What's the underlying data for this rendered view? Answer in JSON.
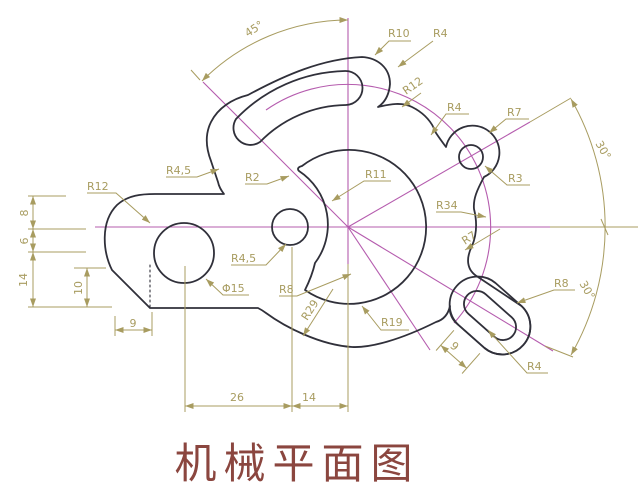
{
  "title": "机械平面图",
  "colors": {
    "outline": "#30303a",
    "dimension": "#a89c60",
    "centerline": "#b55cae",
    "title_text": "#8b463f",
    "background": "#ffffff"
  },
  "labels": {
    "angle45": "45°",
    "r10": "R10",
    "r4_top": "R4",
    "r12_top": "R12",
    "r4_mid": "R4",
    "r7": "R7",
    "r3": "R3",
    "deg30_upper": "30°",
    "r34": "R34",
    "r7_edge": "R7",
    "r11": "R11",
    "r2": "R2",
    "r45_left": "R4,5",
    "r12_left": "R12",
    "r45_mid": "R4,5",
    "phi15": "Φ15",
    "r8_left": "R8",
    "r29": "R29",
    "r19": "R19",
    "r8_right": "R8",
    "deg30_lower": "30°",
    "r4_lower": "R4",
    "dim8": "8",
    "dim6": "6",
    "dim14_left": "14",
    "dim10": "10",
    "dim9_left": "9",
    "dim26": "26",
    "dim14_bottom": "14",
    "dim9_slot": "9"
  }
}
